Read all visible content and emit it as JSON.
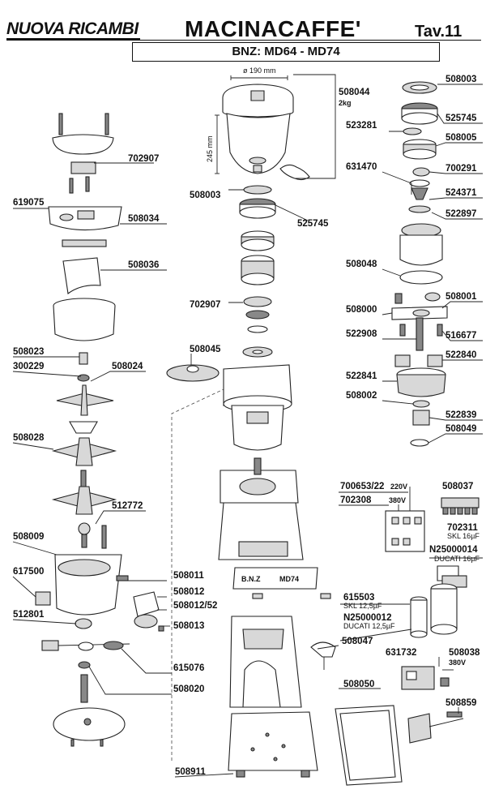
{
  "header": {
    "logo": "NUOVA RICAMBI",
    "title": "MACINACAFFE'",
    "table": "Tav.11",
    "models": "BNZ: MD64 - MD74"
  },
  "dimensions": {
    "diameter": "ø 190 mm",
    "height": "245 mm"
  },
  "labels": {
    "p508044": "508044",
    "p508044_sub": "2kg",
    "p508003a": "508003",
    "p525745a": "525745",
    "p523281": "523281",
    "p508005": "508005",
    "p700291": "700291",
    "p631470": "631470",
    "p524371": "524371",
    "p522897": "522897",
    "p508048": "508048",
    "p508001": "508001",
    "p508000": "508000",
    "p522908": "522908",
    "p516677": "516677",
    "p522840": "522840",
    "p522841": "522841",
    "p508002": "508002",
    "p522839": "522839",
    "p508049": "508049",
    "p508003b": "508003",
    "p525745b": "525745",
    "p702907b": "702907",
    "p508045": "508045",
    "p702907a": "702907",
    "p619075": "619075",
    "p508034": "508034",
    "p508036": "508036",
    "p508023": "508023",
    "p300229": "300229",
    "p508024": "508024",
    "p508028": "508028",
    "p512772": "512772",
    "p508009": "508009",
    "p617500": "617500",
    "p512801": "512801",
    "p508011": "508011",
    "p508012": "508012",
    "p508012_52": "508012/52",
    "p508013": "508013",
    "p615076": "615076",
    "p508020": "508020",
    "p508911": "508911",
    "p508047": "508047",
    "p508050": "508050",
    "p508859": "508859",
    "p700653": "700653/22",
    "p700653_v": "220V",
    "p702308": "702308",
    "p702308_v": "380V",
    "p508037": "508037",
    "p702311": "702311",
    "p702311_sub": "SKL 16µF",
    "pN25000014": "N25000014",
    "pN25000014_sub": "DUCATI 16µF",
    "p615503": "615503",
    "p615503_sub": "SKL 12,5µF",
    "pN25000012": "N25000012",
    "pN25000012_sub": "DUCATI 12,5µF",
    "p631732": "631732",
    "p508038": "508038",
    "p508038_v": "380V",
    "plate_left": "B.N.Z",
    "plate_right": "MD74"
  }
}
